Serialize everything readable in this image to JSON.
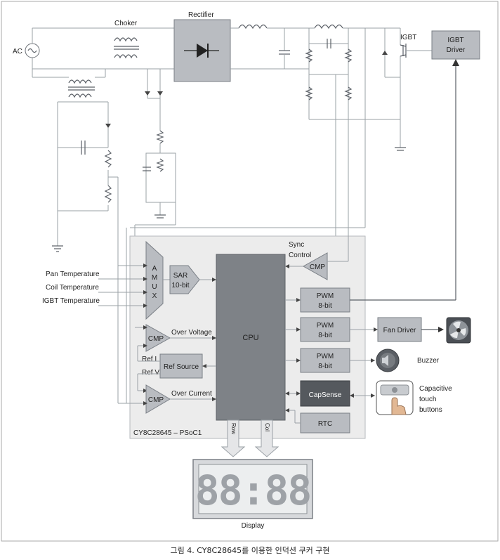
{
  "labels": {
    "ac": "AC",
    "choker": "Choker",
    "rectifier": "Rectifier",
    "igbt": "IGBT",
    "igbt_driver": [
      "IGBT",
      "Driver"
    ],
    "sync_control": [
      "Sync",
      "Control"
    ],
    "cmp_sync": "CMP",
    "amux": [
      "A",
      "M",
      "U",
      "X"
    ],
    "sar": [
      "SAR",
      "10-bit"
    ],
    "pan_temp": "Pan Temperature",
    "coil_temp": "Coil Temperature",
    "igbt_temp": "IGBT Temperature",
    "cmp_ov": "CMP",
    "over_voltage": "Over Voltage",
    "ref_i": "Ref I",
    "ref_source": "Ref Source",
    "ref_v": "Ref V",
    "cmp_oc": "CMP",
    "over_current": "Over Current",
    "cpu": "CPU",
    "pwm1": [
      "PWM",
      "8-bit"
    ],
    "pwm2": [
      "PWM",
      "8-bit"
    ],
    "pwm3": [
      "PWM",
      "8-bit"
    ],
    "capsense": "CapSense",
    "rtc": "RTC",
    "fan_driver": "Fan Driver",
    "buzzer": "Buzzer",
    "capacitive": [
      "Capacitive",
      "touch",
      "buttons"
    ],
    "chip": "CY8C28645 – PSoC1",
    "row": "Row",
    "col": "Col",
    "display_digits": "88:88",
    "display": "Display"
  },
  "caption": "그림 4. CY8C28645를 이용한 인덕션 쿠커 구현",
  "colors": {
    "block": "#b9bcc1",
    "cpu": "#7e8287",
    "capsense": "#55595e",
    "psoc_bg": "#ececec",
    "wire": "#9aa0a6"
  }
}
